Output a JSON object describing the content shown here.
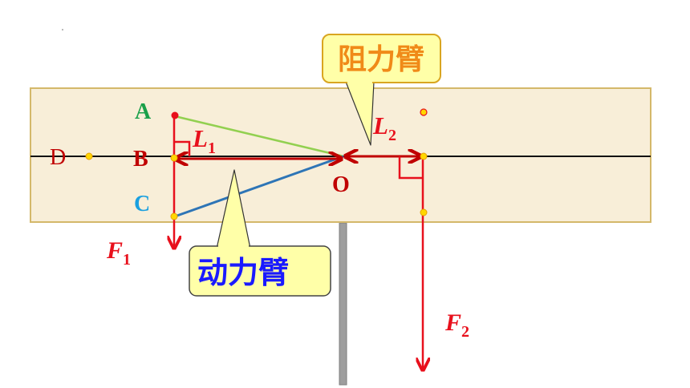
{
  "points": {
    "A": "A",
    "B": "B",
    "C": "C",
    "D": "D",
    "O": "O"
  },
  "labels": {
    "L1_main": "L",
    "L1_sub": "1",
    "L2_main": "L",
    "L2_sub": "2",
    "F1_main": "F",
    "F1_sub": "1",
    "F2_main": "F",
    "F2_sub": "2"
  },
  "callouts": {
    "resistance_arm": "阻力臂",
    "effort_arm": "动力臂"
  },
  "colors": {
    "board_fill": "#f8eed8",
    "board_stroke": "#d4b86a",
    "red": "#e8101c",
    "dark_red": "#c00000",
    "green_label": "#1aa04a",
    "blue_label": "#1aa0e0",
    "green_line": "#92d050",
    "blue_line": "#2e75b6",
    "dot_yellow": "#ffd700",
    "callout_fill": "#ffffa8",
    "callout_orange": "#f08a18",
    "callout_blue": "#1a1aff",
    "pole": "#9e9e9e"
  }
}
